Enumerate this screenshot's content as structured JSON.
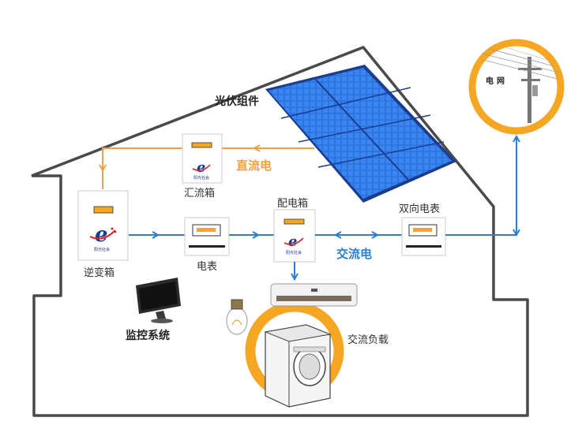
{
  "labels": {
    "pv_modules": "光伏组件",
    "dc": "直流电",
    "combiner_box": "汇流箱",
    "inverter_box": "逆变箱",
    "meter": "电表",
    "distribution_box": "配电箱",
    "bidirectional_meter": "双向电表",
    "ac": "交流电",
    "monitoring_system": "监控系统",
    "ac_load": "交流负载",
    "grid": "电网"
  },
  "brand": {
    "logo_text": "阳光社会"
  },
  "colors": {
    "dc_line": "#f0a040",
    "ac_line": "#2a7fd4",
    "house_outline": "#4a4a4a",
    "accent_orange": "#f5a623",
    "panel_blue": "#1f5fd0"
  }
}
